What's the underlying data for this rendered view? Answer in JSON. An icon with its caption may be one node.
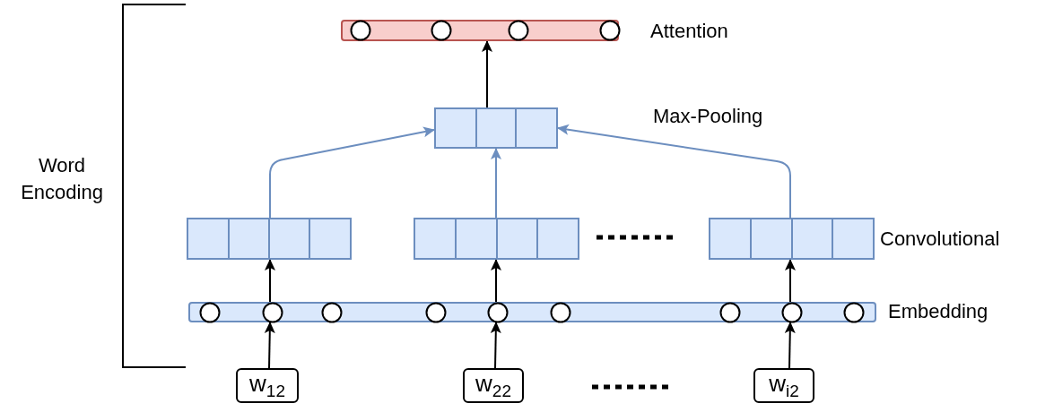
{
  "diagram": {
    "nodes": [
      {
        "text": [],
        "shape": "bar"
      },
      {
        "text": [],
        "shape": "box"
      },
      {
        "text": [],
        "shape": "box"
      },
      {
        "text": [],
        "shape": "box"
      },
      {
        "text": [],
        "shape": "box"
      },
      {
        "text": [],
        "shape": "bar"
      },
      {
        "text": [
          "w$_{12}$"
        ]
      },
      {
        "text": [
          "w$_{22}$"
        ]
      },
      {
        "text": [
          "w$_{i2}$"
        ]
      }
    ],
    "edges": [
      {
        "from": 6,
        "to": 5,
        "arrow": "to"
      },
      {
        "from": 7,
        "to": 5,
        "arrow": "to"
      },
      {
        "from": 8,
        "to": 5,
        "arrow": "to"
      },
      {
        "from": 5,
        "to": 2,
        "arrow": "to"
      },
      {
        "from": 5,
        "to": 3,
        "arrow": "to"
      },
      {
        "from": 5,
        "to": 4,
        "arrow": "to"
      },
      {
        "from": 2,
        "to": 1,
        "arrow": "to",
        "color": "#6c8ebf"
      },
      {
        "from": 3,
        "to": 1,
        "arrow": "to",
        "color": "#6c8ebf"
      },
      {
        "from": 4,
        "to": 1,
        "arrow": "to",
        "color": "#6c8ebf"
      },
      {
        "from": 1,
        "to": 0,
        "arrow": "to"
      }
    ],
    "labels": [
      "Attention",
      "Max-Pooling",
      "Word Encoding",
      "Convolutional",
      "Embedding"
    ]
  }
}
